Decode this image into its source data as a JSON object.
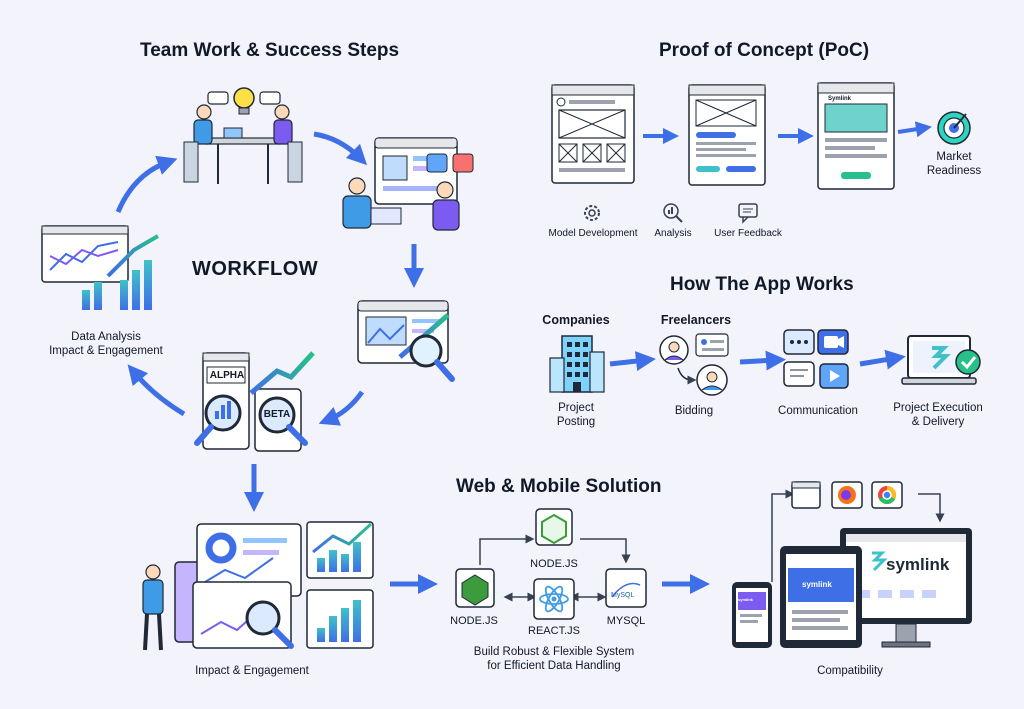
{
  "colors": {
    "accent": "#3f6fe6",
    "purple": "#7c5cf0",
    "teal": "#3fc1c9",
    "green": "#27c08a",
    "dark": "#1f2937"
  },
  "left": {
    "title": "Team Work & Success Steps",
    "workflow": "WORKFLOW",
    "data_analysis": [
      "Data Analysis",
      "Impact & Engagement"
    ],
    "alpha": "ALPHA",
    "beta": "BETA",
    "impact": "Impact & Engagement"
  },
  "poc": {
    "title": "Proof of Concept (PoC)",
    "market": [
      "Market",
      "Readiness"
    ],
    "steps": [
      "Model Development",
      "Analysis",
      "User Feedback"
    ],
    "brand": "Symlink"
  },
  "app": {
    "title": "How The App Works",
    "companies": "Companies",
    "freelancers": "Freelancers",
    "posting": [
      "Project",
      "Posting"
    ],
    "bidding": "Bidding",
    "communication": "Communication",
    "execution": [
      "Project Execution",
      "& Delivery"
    ]
  },
  "web": {
    "title": "Web & Mobile Solution",
    "node_top": "NODE.JS",
    "node_left": "NODE.JS",
    "react": "REACT.JS",
    "mysql": "MYSQL",
    "mysql_logo": "MySQL",
    "desc": [
      "Build Robust & Flexible System",
      "for Efficient Data Handling"
    ],
    "compat": "Compatibility",
    "brand": "symlink"
  }
}
